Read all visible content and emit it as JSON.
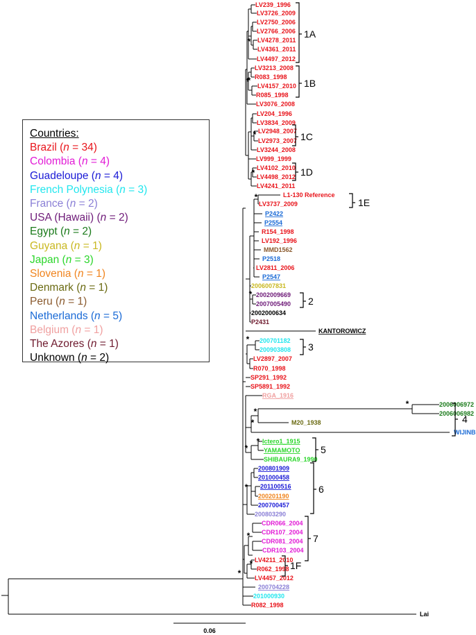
{
  "colors": {
    "brazil": "#e8141b",
    "colombia": "#e21bd6",
    "guadeloupe": "#1a1ad6",
    "french_polynesia": "#22e6ee",
    "france": "#8a7fd6",
    "usa_hawaii": "#6e1a78",
    "egypt": "#1a7a1a",
    "guyana": "#c9b821",
    "japan": "#2bd62b",
    "slovenia": "#f0841e",
    "denmark": "#6a6a12",
    "peru": "#8a5a2e",
    "netherlands": "#1a6ad6",
    "belgium": "#f0a0a0",
    "azores": "#6e1a2e",
    "unknown": "#000000"
  },
  "legend": {
    "title": "Countries:",
    "items": [
      {
        "name": "Brazil",
        "n": "34",
        "color": "brazil"
      },
      {
        "name": "Colombia",
        "n": "4",
        "color": "colombia"
      },
      {
        "name": "Guadeloupe",
        "n": "4",
        "color": "guadeloupe"
      },
      {
        "name": "French Polynesia",
        "n": "3",
        "color": "french_polynesia"
      },
      {
        "name": "France",
        "n": "2",
        "color": "france"
      },
      {
        "name": "USA (Hawaii)",
        "n": "2",
        "color": "usa_hawaii"
      },
      {
        "name": "Egypt",
        "n": "2",
        "color": "egypt"
      },
      {
        "name": "Guyana",
        "n": "1",
        "color": "guyana"
      },
      {
        "name": "Japan",
        "n": "3",
        "color": "japan"
      },
      {
        "name": "Slovenia",
        "n": "1",
        "color": "slovenia"
      },
      {
        "name": "Denmark",
        "n": "1",
        "color": "denmark"
      },
      {
        "name": "Peru",
        "n": "1",
        "color": "peru"
      },
      {
        "name": "Netherlands",
        "n": "5",
        "color": "netherlands"
      },
      {
        "name": "Belgium",
        "n": "1",
        "color": "belgium"
      },
      {
        "name": "The Azores",
        "n": "1",
        "color": "azores"
      },
      {
        "name": "Unknown",
        "n": "2",
        "color": "unknown"
      }
    ]
  },
  "scale_bar": {
    "label": "0.06"
  },
  "bootstrap_marker": "*",
  "taxa": [
    {
      "label": "LV239_1996",
      "color": "brazil"
    },
    {
      "label": "LV3726_2009",
      "color": "brazil"
    },
    {
      "label": "LV2750_2006",
      "color": "brazil"
    },
    {
      "label": "LV2766_2006",
      "color": "brazil"
    },
    {
      "label": "LV4278_2011",
      "color": "brazil"
    },
    {
      "label": "LV4361_2011",
      "color": "brazil"
    },
    {
      "label": "LV4497_2012",
      "color": "brazil"
    },
    {
      "label": "LV3213_2008",
      "color": "brazil"
    },
    {
      "label": "R083_1998",
      "color": "brazil"
    },
    {
      "label": "LV4157_2010",
      "color": "brazil"
    },
    {
      "label": "R085_1998",
      "color": "brazil"
    },
    {
      "label": "LV3076_2008",
      "color": "brazil"
    },
    {
      "label": "LV204_1996",
      "color": "brazil"
    },
    {
      "label": "LV3834_2009",
      "color": "brazil"
    },
    {
      "label": "LV2948_2007",
      "color": "brazil"
    },
    {
      "label": "LV2973_2007",
      "color": "brazil"
    },
    {
      "label": "LV3244_2008",
      "color": "brazil"
    },
    {
      "label": "LV999_1999",
      "color": "brazil"
    },
    {
      "label": "LV4102_2010",
      "color": "brazil"
    },
    {
      "label": "LV4498_2012",
      "color": "brazil"
    },
    {
      "label": "LV4241_2011",
      "color": "brazil"
    },
    {
      "label": "L1-130 Reference",
      "color": "brazil"
    },
    {
      "label": "LV3737_2009",
      "color": "brazil"
    },
    {
      "label": "P2422",
      "color": "netherlands",
      "underline": true
    },
    {
      "label": "P2554",
      "color": "netherlands",
      "underline": true
    },
    {
      "label": "R154_1998",
      "color": "brazil"
    },
    {
      "label": "LV192_1996",
      "color": "brazil"
    },
    {
      "label": "MMD1562",
      "color": "peru"
    },
    {
      "label": "P2518",
      "color": "netherlands"
    },
    {
      "label": "LV2811_2006",
      "color": "brazil"
    },
    {
      "label": "P2547",
      "color": "netherlands",
      "underline": true
    },
    {
      "label": "2006007831",
      "color": "guyana"
    },
    {
      "label": "2002009669",
      "color": "usa_hawaii"
    },
    {
      "label": "2007005490",
      "color": "usa_hawaii"
    },
    {
      "label": "2002000634",
      "color": "unknown"
    },
    {
      "label": "P2431",
      "color": "azores"
    },
    {
      "label": "KANTOROWICZ",
      "color": "unknown",
      "underline": true
    },
    {
      "label": "200701182",
      "color": "french_polynesia"
    },
    {
      "label": "200903808",
      "color": "french_polynesia"
    },
    {
      "label": "LV2897_2007",
      "color": "brazil"
    },
    {
      "label": "R070_1998",
      "color": "brazil"
    },
    {
      "label": "SP291_1992",
      "color": "brazil"
    },
    {
      "label": "SP5891_1992",
      "color": "brazil"
    },
    {
      "label": "RGA_1916",
      "color": "belgium",
      "underline": true
    },
    {
      "label": "2006006972",
      "color": "egypt"
    },
    {
      "label": "2006006982",
      "color": "egypt"
    },
    {
      "label": "M20_1938",
      "color": "denmark"
    },
    {
      "label": "WIJINBERG",
      "color": "netherlands"
    },
    {
      "label": "Ictero1_1915",
      "color": "japan",
      "underline": true
    },
    {
      "label": "YAMAMOTO",
      "color": "japan",
      "underline": true
    },
    {
      "label": "SHIBAURA9_1990",
      "color": "japan"
    },
    {
      "label": "200801909",
      "color": "guadeloupe",
      "underline": true
    },
    {
      "label": "201000458",
      "color": "guadeloupe",
      "underline": true
    },
    {
      "label": "201100516",
      "color": "guadeloupe",
      "underline": true
    },
    {
      "label": "200201190",
      "color": "slovenia",
      "underline": true
    },
    {
      "label": "200700457",
      "color": "guadeloupe"
    },
    {
      "label": "200803290",
      "color": "france"
    },
    {
      "label": "CDR066_2004",
      "color": "colombia"
    },
    {
      "label": "CDR107_2004",
      "color": "colombia"
    },
    {
      "label": "CDR081_2004",
      "color": "colombia"
    },
    {
      "label": "CDR103_2004",
      "color": "colombia"
    },
    {
      "label": "LV4211_2010",
      "color": "brazil"
    },
    {
      "label": "R062_1998",
      "color": "brazil"
    },
    {
      "label": "LV4457_2012",
      "color": "brazil"
    },
    {
      "label": "200704228",
      "color": "france",
      "underline": true
    },
    {
      "label": "201000930",
      "color": "french_polynesia"
    },
    {
      "label": "R082_1998",
      "color": "brazil"
    },
    {
      "label": "Lai",
      "color": "unknown"
    }
  ],
  "clades": [
    {
      "label": "1A"
    },
    {
      "label": "1B"
    },
    {
      "label": "1C"
    },
    {
      "label": "1D"
    },
    {
      "label": "1E"
    },
    {
      "label": "2"
    },
    {
      "label": "3"
    },
    {
      "label": "4"
    },
    {
      "label": "5"
    },
    {
      "label": "6"
    },
    {
      "label": "7"
    },
    {
      "label": "1F"
    }
  ]
}
